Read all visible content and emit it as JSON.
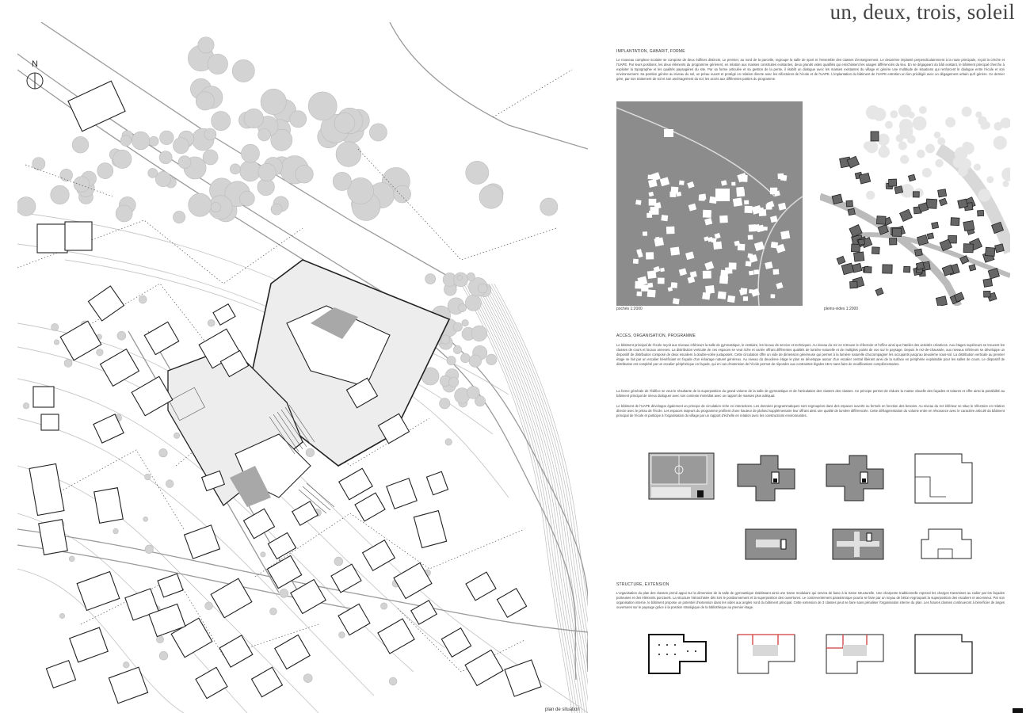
{
  "title": "un, deux, trois, soleil",
  "siteplan": {
    "north_label": "N",
    "caption": "plan de situation"
  },
  "sections": [
    {
      "heading": "IMPLANTATION, GABARIT, FORME",
      "text": "Le nouveau complexe scolaire se compose de deux édifices distincts. Le premier, au nord de la parcelle, regroupe la salle de sport et l'ensemble des classes d'enseignement. Le deuxième implanté perpendiculairement à la route principale, reçoit la crèche et l'UAPE. Par leurs positions, les deux éléments du programme génèrent, en relation aux masses construites existantes, deux grands vides qualifiés qui enrichissent les usages différenciés du lieu. En se dégageant du bâti existant, le bâtiment principal cherche à exploiter la topographie et les qualités paysagères du site. Par sa forme articulée et sa gestion de la pente, il établit un dialogue avec les masses existantes du village et génère une multitude de situations qui renforcent le dialogue entre l'école et son environnement. Sa position génère au niveau du sol, un préau ouvert et protégé en relation directe avec les réfectoires de l'école et de l'UAPE. L'implantation du bâtiment de l'UAPE entretien un lien privilégié avec un dégagement urbain qu'il génère. Ce dernier gère, par son traitement de sol et son aménagement du sol, les accès aux différentes parties du programme."
    },
    {
      "heading": "ACCES, ORGANISATION, PROGRAMME",
      "text": "Le bâtiment principal de l'école reçoit aux niveaux inférieurs la salle de gymnastique, le vestiaire, les locaux de service et techniques. Au niveau du rez on retrouve le réfectoire et l'office ainsi que l'atelier des activités créatrices. Aux étages supérieurs se trouvent les classes de cours et locaux annexes. La distribution verticale de ces espaces se veut riche et variée offrant différentes qualités de lumière naturelle et de multiples points de vue sur le paysage. Depuis le rez-de-chaussée, aux niveaux inférieurs se développe un dispositif de distribution composé de deux escaliers à double-volée juxtaposés. Cette circulation offre un vide de dimension généreuse qui permet à la lumière naturelle d'accompagner les occupants jusqu'au deuxième sous-sol. La distribution verticale au premier étage se fait par un escalier bénéficiant en façade d'un éclairage naturel généreux. Au niveau du deuxième étage le plan se développe autour d'un escalier central libérant ainsi de la surface en périphérie exploitable pour les salles de cours. Le dispositif de distribution est complété par un escalier périphérique en façade, qui en cas d'extension de l'école permet de répondre aux contraintes légales AEAI sans faire de modifications complémentaires.",
      "text2": "La forme générale de l'édifice se veut le résultante de la superposition du grand volume de la salle de gymnastique et de l'articulation des clusters des classes. Ce principe permet de réduire la masse visuelle des façades et toitures et offre ainsi la possibilité au bâtiment principal de mieux dialoguer avec son contexte immédiat avec un rapport de masses plus adéquat.",
      "text3": "Le bâtiment de l'UAPE développe également un principe de circulation riche en interactions. Les données programmatiques sont regroupées dans des espaces ouverts ou fermés en fonction des besoins. Au niveau du rez-inférieur se situe le réfectoire en relation directe avec le préau de l'école. Les espaces majeurs du programme profitent d'une hauteur de plafond supplémentaire leur offrant ainsi une qualité de lumière différenciée. Cette défragmentation du volume entre en résonance avec le caractère articulé du bâtiment principal de l'école et participe à l'organisation du village par un rapport d'échelle en relation avec les constructions environnantes."
    },
    {
      "heading": "STRUCTURE, EXTENSION",
      "text": "L'organisation du plan des classes prend appui sur la dimension de la salle de gymnastique établissant ainsi une trame modulaire qui servira de base à la trame structurelle. Une charpente traditionnelle reprend les charges transmises au radier par les façades porteuses et des éléments ponctuels. La structure hiérarchisée dès lors le positionnement et la superposition des ouvertures. Le contreventement parasismique pourra se faire par un noyau de béton regroupant la superposition des escaliers et ascenseur. Par son organisation interne, le bâtiment propose un potentiel d'extension dans les vides aux angles nord du bâtiment principal. Cette extension de 3 classes peut se faire sans pénaliser l'organisation interne du plan. Les futures classes continueront à bénéficier de larges ouvertures sur le paysage grâce à la position stratégique de la bibliothèque au premier étage."
    }
  ],
  "analysis": {
    "left_caption": "pochés 1:2000",
    "right_caption": "pleins-vides 1:2000"
  }
}
